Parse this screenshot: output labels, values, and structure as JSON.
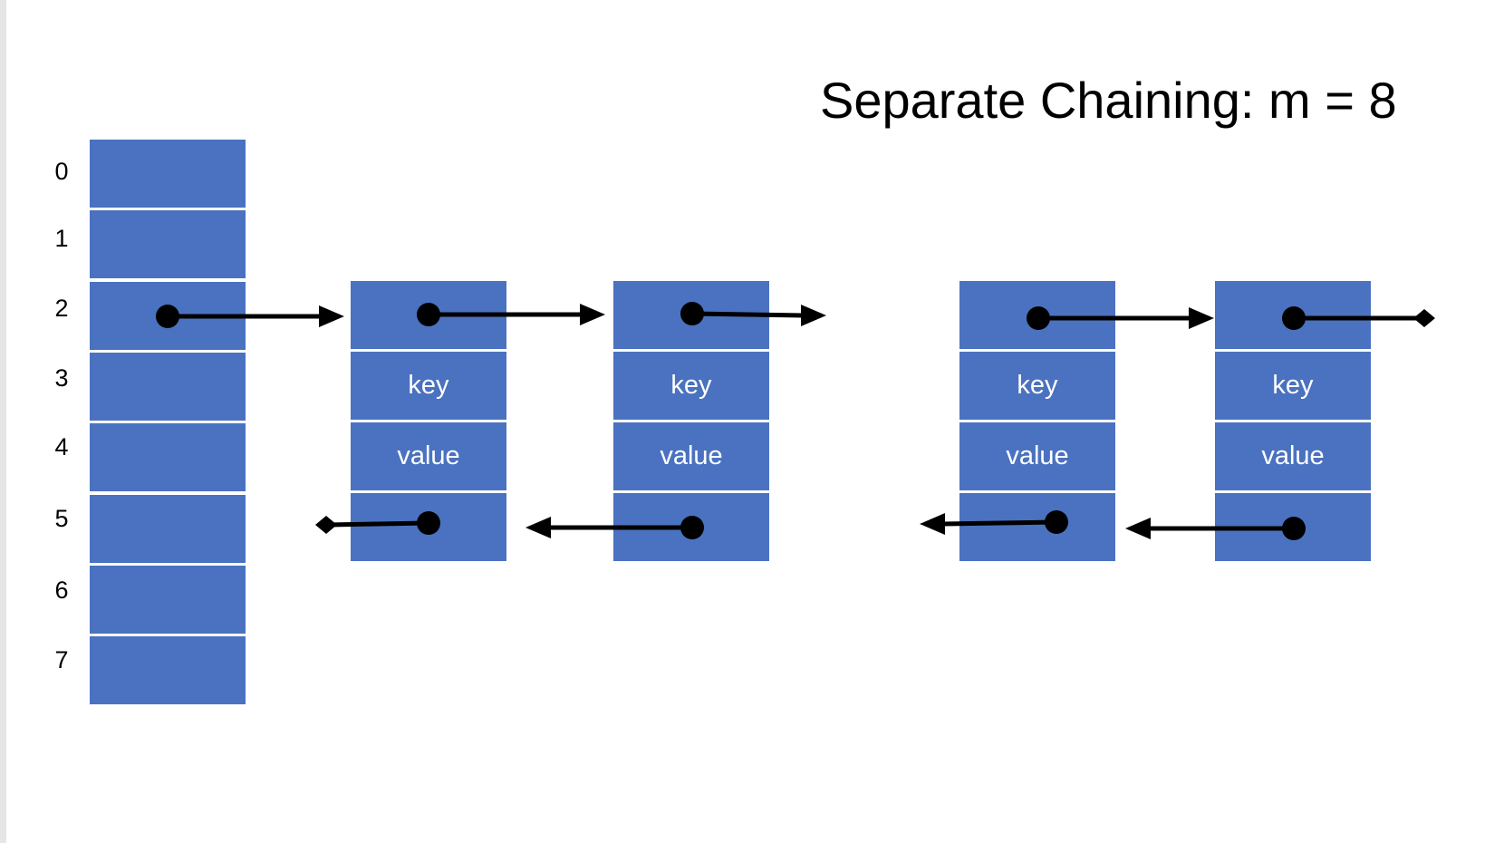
{
  "title": "Separate Chaining: m = 8",
  "table": {
    "indices": [
      "0",
      "1",
      "2",
      "3",
      "4",
      "5",
      "6",
      "7"
    ]
  },
  "nodes": [
    {
      "key_label": "key",
      "value_label": "value"
    },
    {
      "key_label": "key",
      "value_label": "value"
    },
    {
      "key_label": "key",
      "value_label": "value"
    },
    {
      "key_label": "key",
      "value_label": "value"
    }
  ],
  "colors": {
    "cell": "#4a72c0",
    "arrow": "#000000",
    "text_on_cell": "#ffffff"
  }
}
